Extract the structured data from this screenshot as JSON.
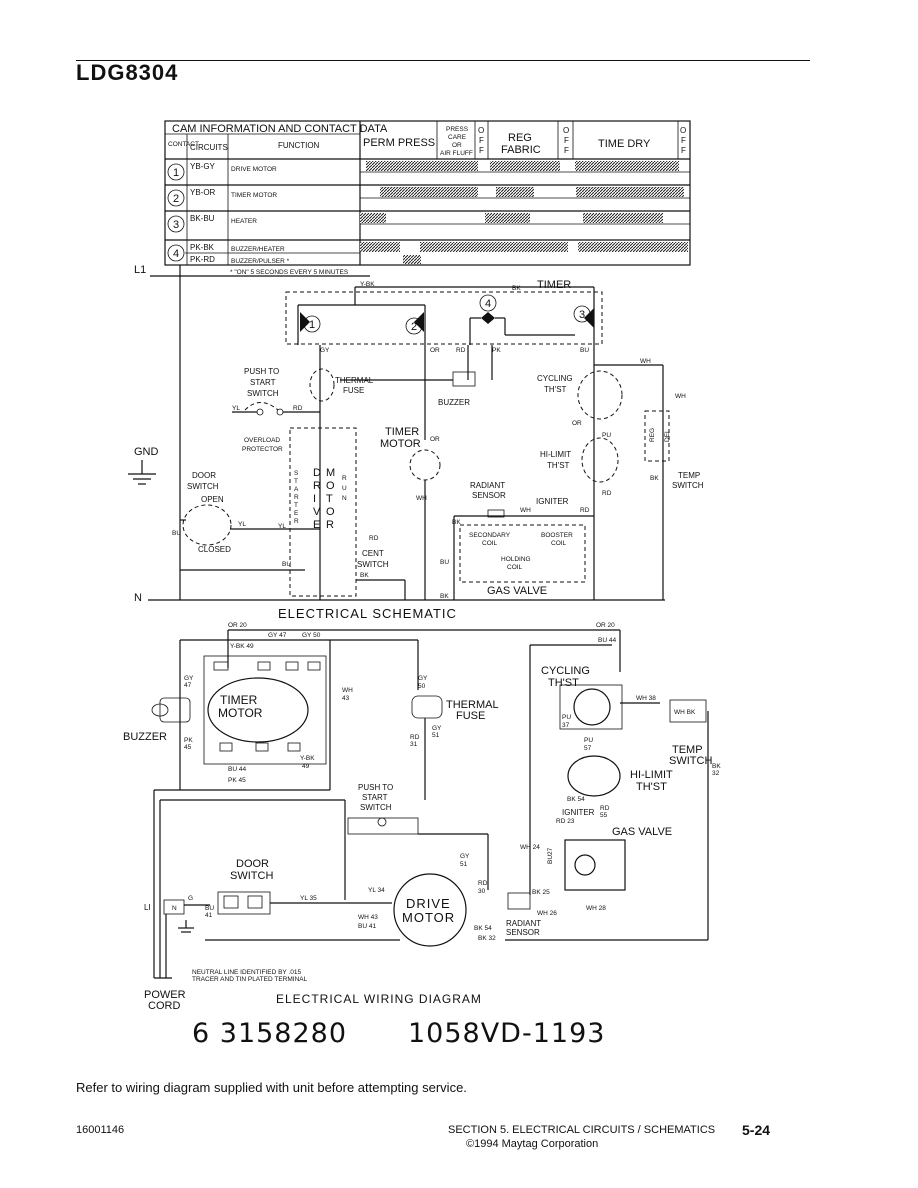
{
  "header": {
    "model": "LDG8304"
  },
  "cam_table": {
    "title": "CAM INFORMATION AND CONTACT DATA",
    "col_contact": "CONTACT NO.",
    "col_circuits": "CIRCUITS",
    "col_function": "FUNCTION",
    "cycles": [
      "PERM PRESS",
      "PRESS CARE OR AIR FLUFF",
      "REG FABRIC",
      "TIME DRY"
    ],
    "off_label": "OFF",
    "press_care_lines": [
      "PRESS",
      "CARE",
      "OR",
      "AIR FLUFF"
    ],
    "rows": [
      {
        "no": "1",
        "circuit": "YB-GY",
        "function": "DRIVE MOTOR"
      },
      {
        "no": "2",
        "circuit": "YB-OR",
        "function": "TIMER MOTOR"
      },
      {
        "no": "3",
        "circuit": "BK-BU",
        "function": "HEATER"
      },
      {
        "no": "4",
        "circuit": "PK-BK",
        "function": "BUZZER/HEATER"
      },
      {
        "no": "",
        "circuit": "PK-RD",
        "function": "BUZZER/PULSER *"
      }
    ],
    "footnote": "* \"ON\" 5 SECONDS EVERY 5 MINUTES"
  },
  "schematic": {
    "title": "ELECTRICAL SCHEMATIC",
    "labels": {
      "l1": "L1",
      "n": "N",
      "gnd": "GND",
      "timer": "TIMER",
      "y_bk": "Y-BK",
      "bk": "BK",
      "push_to_start": [
        "PUSH TO",
        "START",
        "SWITCH"
      ],
      "thermal_fuse": [
        "THERMAL",
        "FUSE"
      ],
      "buzzer": "BUZZER",
      "cycling_thst": [
        "CYCLING",
        "TH'ST"
      ],
      "timer_motor": [
        "TIMER",
        "MOTOR"
      ],
      "overload": [
        "OVERLOAD",
        "PROTECTOR"
      ],
      "door_switch": [
        "DOOR",
        "SWITCH"
      ],
      "open": "OPEN",
      "closed": "CLOSED",
      "drive_motor_letters": [
        "S",
        "T",
        "A",
        "R",
        "T",
        "E",
        "R",
        "D",
        "M",
        "O",
        "T",
        "O",
        "R",
        "R",
        "U",
        "N"
      ],
      "cent_switch": [
        "CENT",
        "SWITCH"
      ],
      "radiant_sensor": [
        "RADIANT",
        "SENSOR"
      ],
      "igniter": "IGNITER",
      "hi_limit": [
        "HI-LIMIT",
        "TH'ST"
      ],
      "temp_switch": [
        "TEMP",
        "SWITCH"
      ],
      "secondary_coil": [
        "SECONDARY",
        "COIL"
      ],
      "booster_coil": [
        "BOOSTER",
        "COIL"
      ],
      "holding_coil": [
        "HOLDING",
        "COIL"
      ],
      "gas_valve": "GAS VALVE",
      "reg": "REG",
      "del": "DEL",
      "wires": [
        "GY",
        "OR",
        "RD",
        "PK",
        "BU",
        "WH",
        "YL",
        "RD",
        "BK",
        "OR",
        "PU",
        "BU",
        "WH",
        "BK",
        "RD"
      ]
    }
  },
  "wiring": {
    "title": "ELECTRICAL WIRING DIAGRAM",
    "labels": {
      "or20a": "OR 20",
      "or20b": "OR 20",
      "gy47": "GY 47",
      "gy50": "GY 50",
      "ybk49": "Y-BK 49",
      "bu44": "BU 44",
      "timer_motor": [
        "TIMER",
        "MOTOR"
      ],
      "buzzer": "BUZZER",
      "thermal_fuse": [
        "THERMAL",
        "FUSE"
      ],
      "cycling": [
        "CYCLING",
        "TH'ST"
      ],
      "wh38": "WH 38",
      "temp_switch": [
        "TEMP",
        "SWITCH"
      ],
      "hi_limit": [
        "HI-LIMIT",
        "TH'ST"
      ],
      "push_start": [
        "PUSH TO",
        "START",
        "SWITCH"
      ],
      "door_switch": [
        "DOOR",
        "SWITCH"
      ],
      "drive_motor": [
        "DRIVE",
        "MOTOR"
      ],
      "igniter": "IGNITER",
      "gas_valve": "GAS VALVE",
      "radiant_sensor": [
        "RADIANT",
        "SENSOR"
      ],
      "power_cord": [
        "POWER",
        "CORD"
      ],
      "neutral_note": [
        "NEUTRAL LINE IDENTIFIED BY .015",
        "TRACER AND TIN PLATED TERMINAL"
      ],
      "yl35": "YL 35",
      "wh43": "WH 43",
      "bu41": "BU 41",
      "bk54": "BK 54",
      "bk32": "BK 32",
      "rd30": "RD 30",
      "gy51": "GY 51",
      "rd31": "RD 31",
      "pu57": "PU 57",
      "rd55": "RD 55",
      "bk54b": "BK 54",
      "rd23": "RD 23",
      "wh24": "WH 24",
      "bk25": "BK 25",
      "wh26": "WH 26",
      "wh28": "WH 28",
      "pk45": "PK 45",
      "bu44b": "BU 44",
      "pk45b": "PK 45",
      "bk32b": "BK 32",
      "li": "LI",
      "n": "N",
      "g": "G"
    }
  },
  "diagram_numbers": {
    "left": "6 3158280",
    "right": "1058VD-1193"
  },
  "footer": {
    "note": "Refer to wiring diagram supplied with unit before attempting service.",
    "doc_id": "16001146",
    "section": "SECTION 5.  ELECTRICAL CIRCUITS / SCHEMATICS",
    "page": "5-24",
    "copyright": "©1994 Maytag Corporation"
  }
}
